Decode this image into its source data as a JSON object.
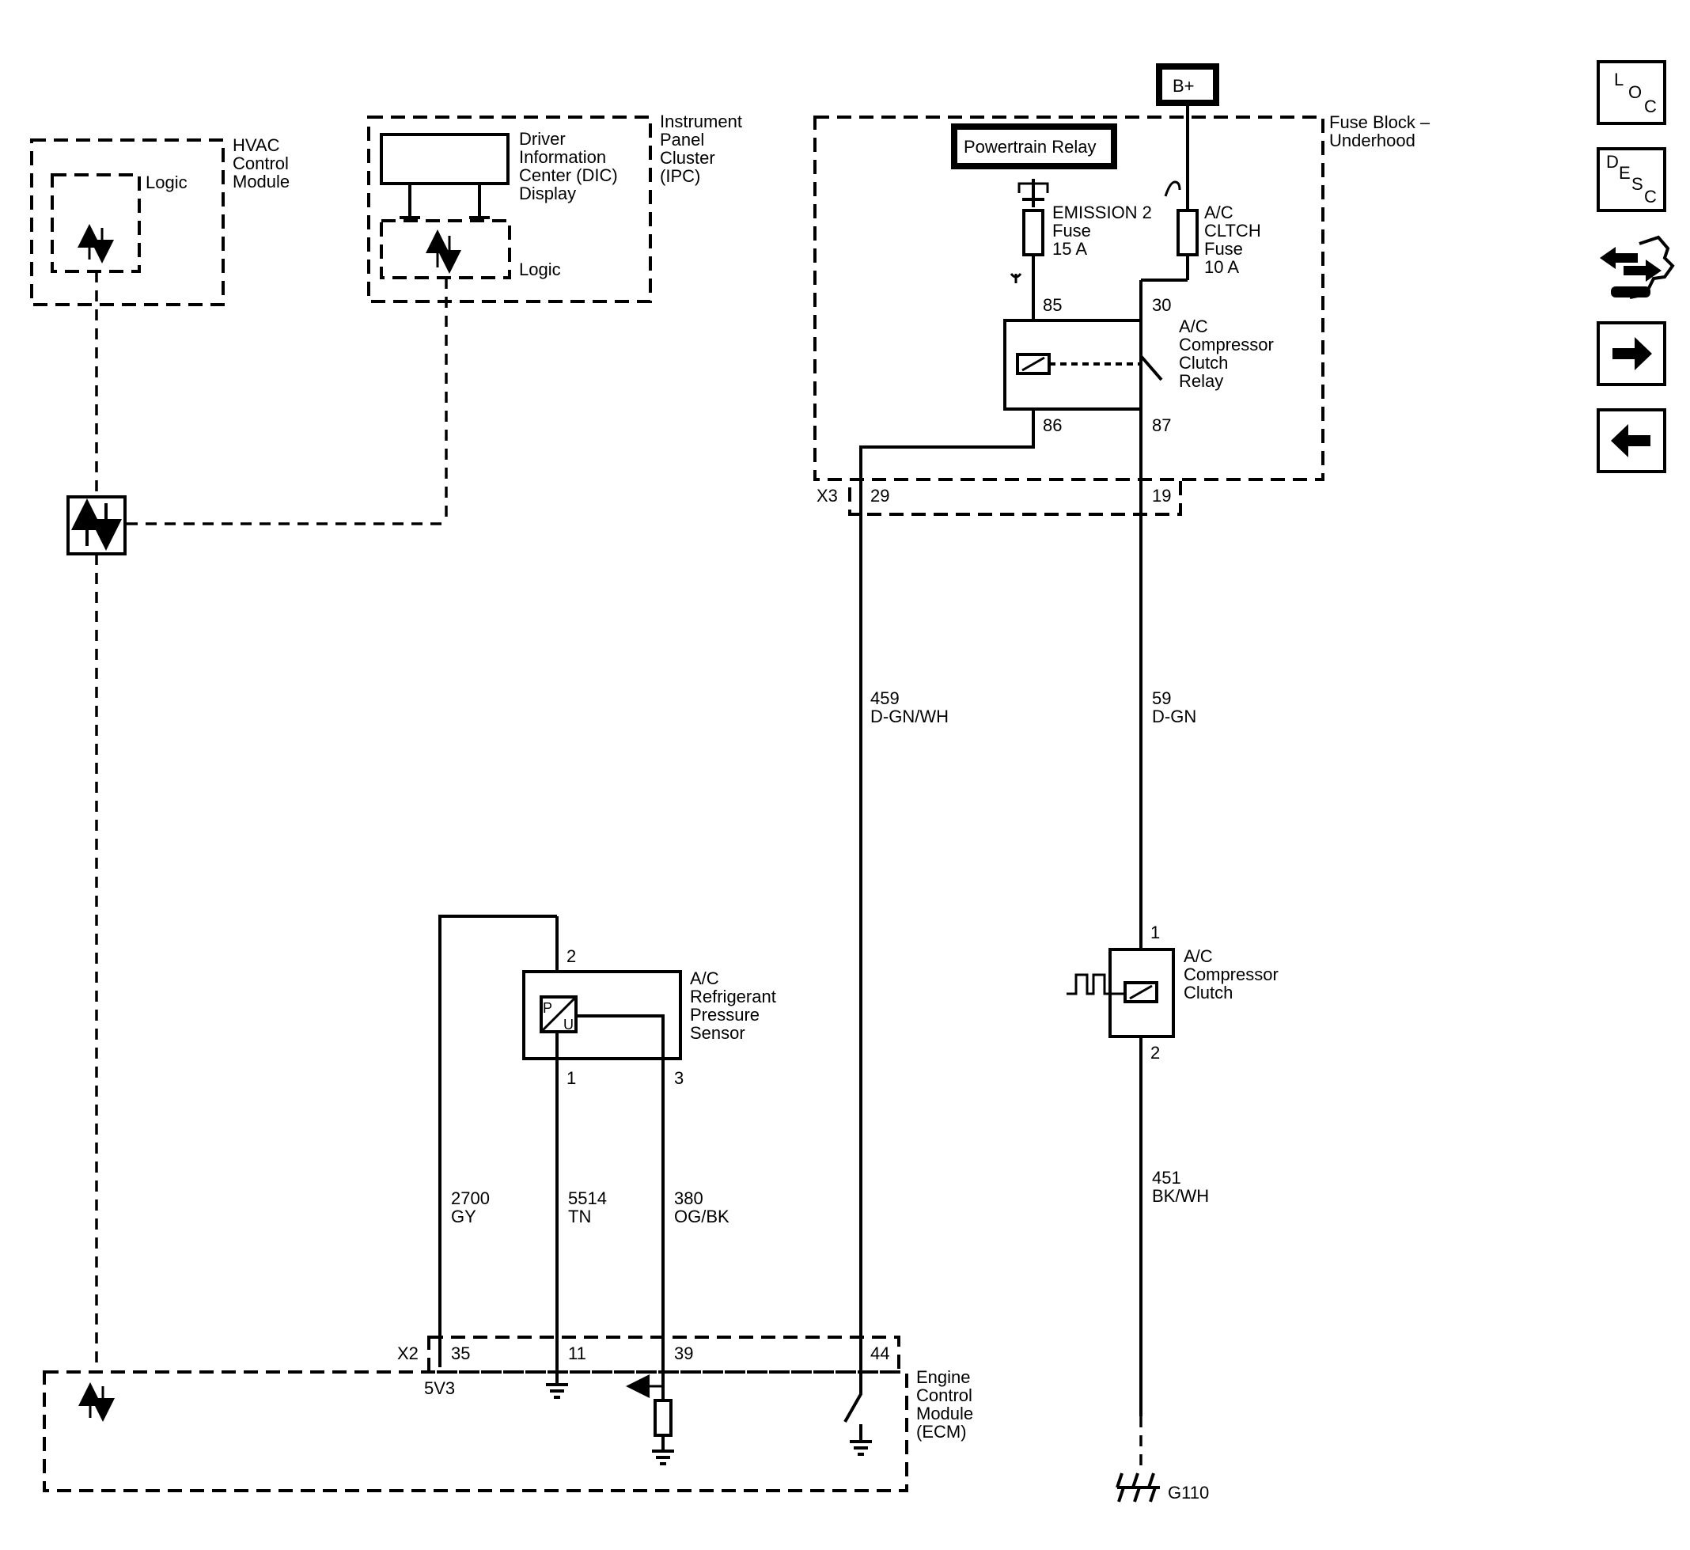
{
  "modules": {
    "hvac": {
      "lines": [
        "HVAC",
        "Control",
        "Module"
      ],
      "logic": "Logic"
    },
    "ipc": {
      "lines": [
        "Instrument",
        "Panel",
        "Cluster",
        "(IPC)"
      ],
      "dic_lines": [
        "Driver",
        "Information",
        "Center (DIC)",
        "Display"
      ],
      "logic": "Logic"
    },
    "fuse_block": {
      "lines": [
        "Fuse Block –",
        "Underhood"
      ],
      "connector": "X3",
      "pins": [
        "29",
        "19"
      ]
    },
    "ecm": {
      "lines": [
        "Engine",
        "Control",
        "Module",
        "(ECM)"
      ],
      "connector": "X2",
      "pins": [
        "35",
        "11",
        "39",
        "44"
      ],
      "ref_label": "5V3"
    }
  },
  "power": {
    "battery": "B+",
    "powertrain_relay": "Powertrain Relay"
  },
  "fuses": {
    "emission2": [
      "EMISSION 2",
      "Fuse",
      "15 A"
    ],
    "ac_clutch": [
      "A/C",
      "CLTCH",
      "Fuse",
      "10 A"
    ]
  },
  "relay": {
    "lines": [
      "A/C",
      "Compressor",
      "Clutch",
      "Relay"
    ],
    "pins": [
      "85",
      "30",
      "86",
      "87"
    ]
  },
  "sensor": {
    "lines": [
      "A/C",
      "Refrigerant",
      "Pressure",
      "Sensor"
    ],
    "pins": [
      "2",
      "1",
      "3"
    ],
    "symbol": [
      "P",
      "U"
    ]
  },
  "clutch": {
    "lines": [
      "A/C",
      "Compressor",
      "Clutch"
    ],
    "pins": [
      "1",
      "2"
    ]
  },
  "wires": [
    {
      "circuit": "459",
      "color": "D-GN/WH"
    },
    {
      "circuit": "59",
      "color": "D-GN"
    },
    {
      "circuit": "2700",
      "color": "GY"
    },
    {
      "circuit": "5514",
      "color": "TN"
    },
    {
      "circuit": "380",
      "color": "OG/BK"
    },
    {
      "circuit": "451",
      "color": "BK/WH"
    }
  ],
  "ground": "G110",
  "nav": {
    "loc": [
      "L",
      "O",
      "C"
    ],
    "desc": [
      "D",
      "E",
      "S",
      "C"
    ],
    "icons": [
      "connector-swap-icon",
      "arrow-right-icon",
      "arrow-left-icon"
    ]
  }
}
